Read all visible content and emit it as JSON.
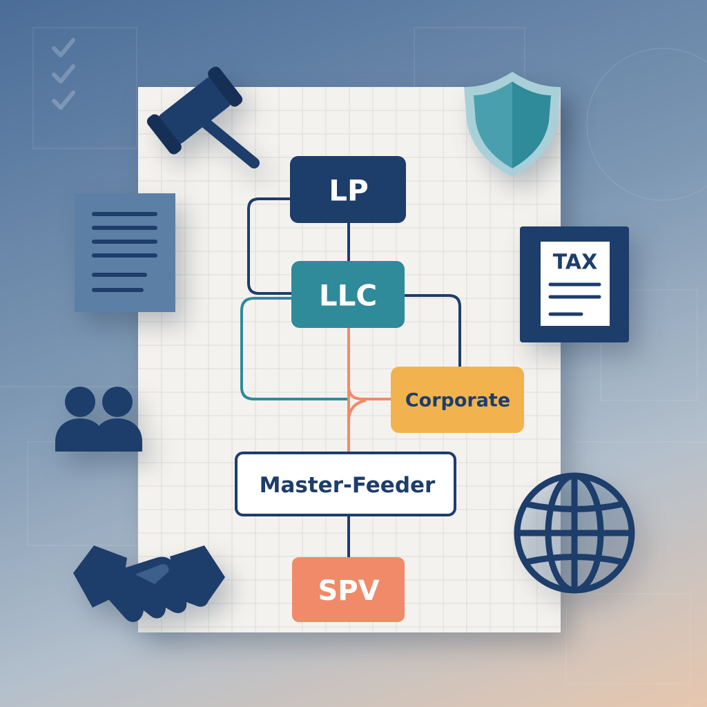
{
  "diagram": {
    "nodes": {
      "lp": {
        "label": "LP"
      },
      "llc": {
        "label": "LLC"
      },
      "corporate": {
        "label": "Corporate"
      },
      "master_feeder": {
        "label": "Master-Feeder"
      },
      "spv": {
        "label": "SPV"
      }
    }
  },
  "icons": {
    "tax_doc": {
      "label": "TAX"
    }
  },
  "colors": {
    "navy": "#1d3d6b",
    "teal": "#2f8a9a",
    "amber": "#f2b24e",
    "coral": "#f08a68",
    "paper": "#f4f2ee"
  }
}
